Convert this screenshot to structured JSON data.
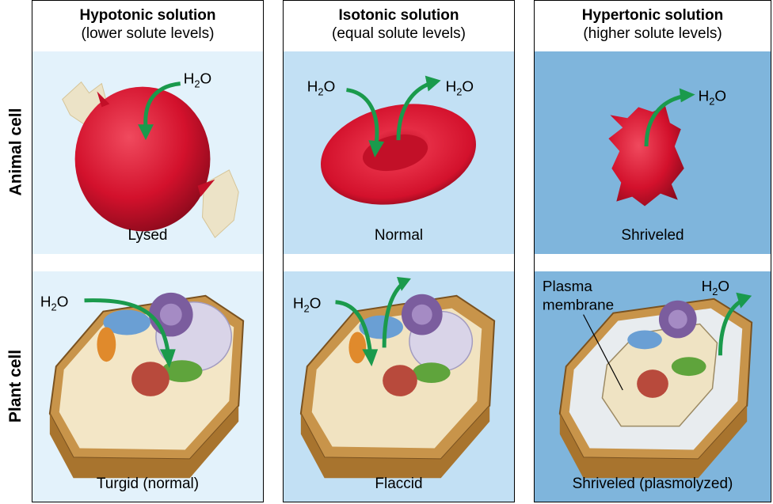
{
  "row_labels": {
    "animal": "Animal cell",
    "plant": "Plant cell"
  },
  "columns": [
    {
      "title": "Hypotonic solution",
      "subtitle": "(lower solute levels)",
      "animal_caption": "Lysed",
      "plant_caption": "Turgid (normal)"
    },
    {
      "title": "Isotonic solution",
      "subtitle": "(equal solute levels)",
      "animal_caption": "Normal",
      "plant_caption": "Flaccid"
    },
    {
      "title": "Hypertonic solution",
      "subtitle": "(higher solute levels)",
      "animal_caption": "Shriveled",
      "plant_caption": "Shriveled (plasmolyzed)"
    }
  ],
  "water": {
    "base": "H",
    "sub": "2",
    "tail": "O"
  },
  "plasma_membrane_label": [
    "Plasma",
    "membrane"
  ],
  "colors": {
    "hypotonic_bg": "#e3f2fb",
    "isotonic_bg": "#c2e0f4",
    "hypertonic_bg": "#7fb5dc",
    "cell_red": "#d3112c",
    "arrow_green": "#1a9a4c",
    "cell_wall": "#c8944a"
  }
}
